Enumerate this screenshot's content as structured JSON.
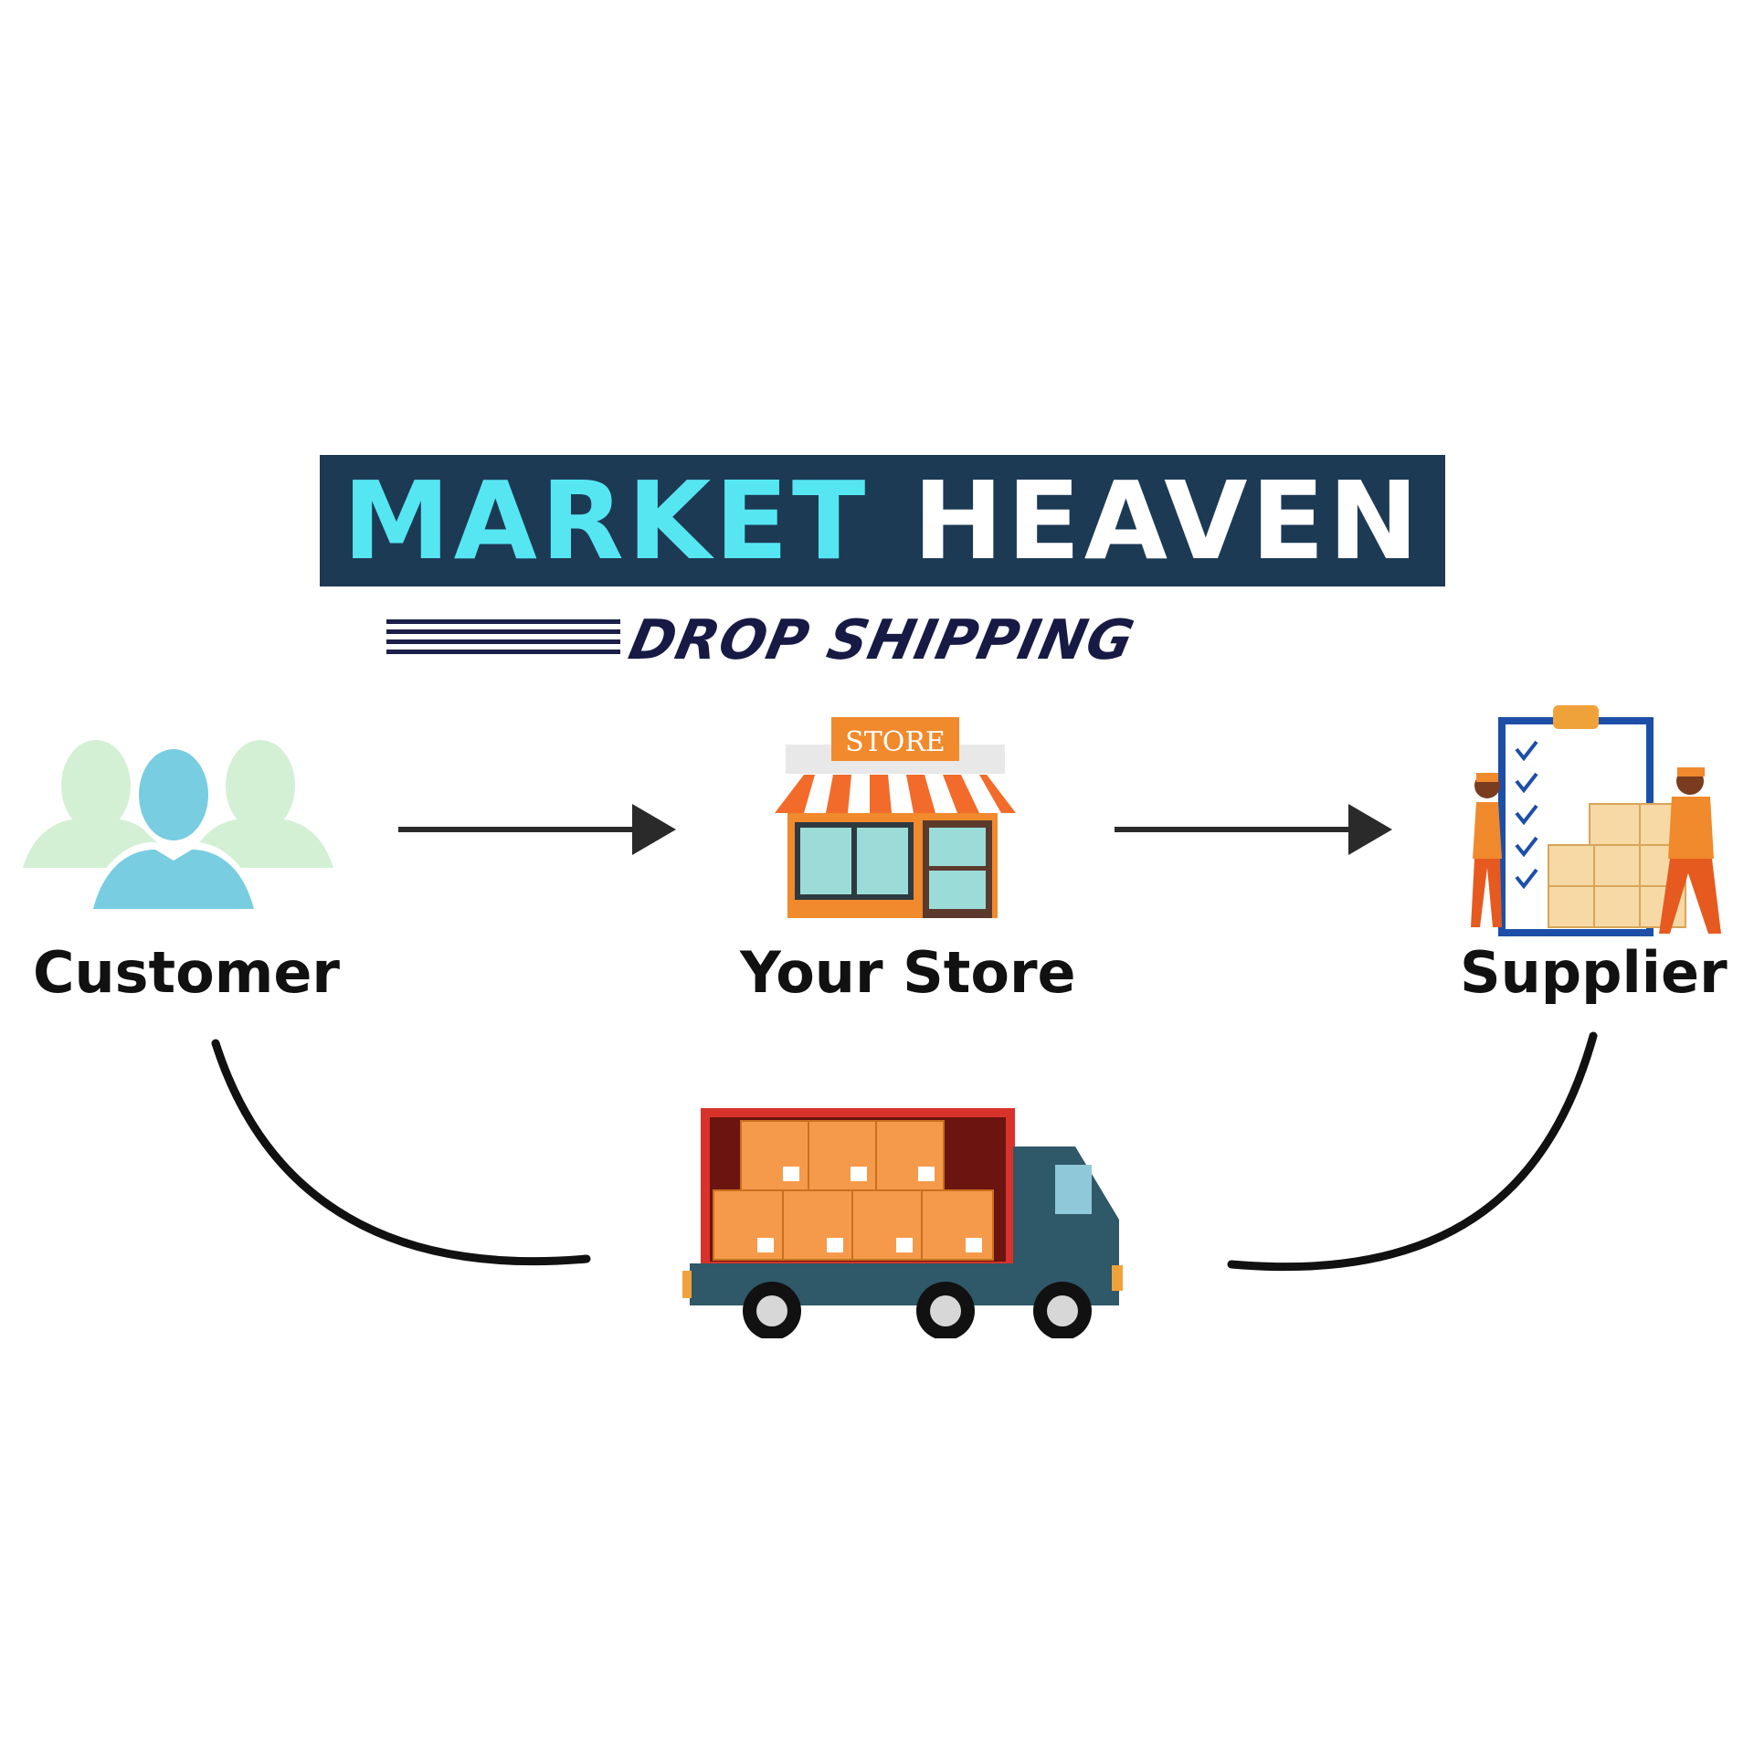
{
  "title": {
    "word1": "MARKET",
    "word2": "HEAVEN",
    "subtitle": "DROP SHIPPING"
  },
  "store_sign": "STORE",
  "nodes": {
    "customer": "Customer",
    "store": "Your Store",
    "supplier": "Supplier"
  },
  "icons": {
    "customer": "people-group-icon",
    "store": "storefront-icon",
    "supplier": "warehouse-workers-icon",
    "delivery": "delivery-truck-icon"
  },
  "colors": {
    "banner_bg": "#1d3a55",
    "accent_cyan": "#56e6f2",
    "navy": "#161a44",
    "orange": "#f08a2c",
    "truck_body": "#2f5868"
  }
}
